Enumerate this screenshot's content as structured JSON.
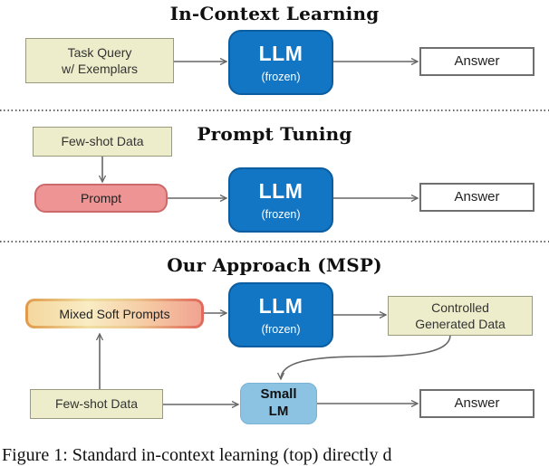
{
  "figure": {
    "caption_partial": "Figure 1: Standard in-context learning (top) directly d",
    "colors": {
      "llm_blue": "#1276c4",
      "llm_border": "#0a5da0",
      "beige_box": "#ededcb",
      "beige_border": "#9a9a7c",
      "prompt_pink": "#ef9494",
      "prompt_border": "#cb6a6a",
      "small_lm_blue": "#8cc3e2",
      "msp_gradient": [
        "#e0994a",
        "#f0dfa2",
        "#e1675a"
      ],
      "arrow_gray": "#666666"
    }
  },
  "sections": [
    {
      "title": "In-Context Learning",
      "task_query_line1": "Task Query",
      "task_query_line2": "w/ Exemplars",
      "llm_name": "LLM",
      "llm_state": "(frozen)",
      "answer": "Answer"
    },
    {
      "title": "Prompt Tuning",
      "few_shot": "Few-shot Data",
      "prompt": "Prompt",
      "llm_name": "LLM",
      "llm_state": "(frozen)",
      "answer": "Answer"
    },
    {
      "title": "Our Approach (MSP)",
      "mixed_soft_prompts": "Mixed Soft Prompts",
      "llm_name": "LLM",
      "llm_state": "(frozen)",
      "controlled_line1": "Controlled",
      "controlled_line2": "Generated Data",
      "few_shot": "Few-shot Data",
      "small_lm_line1": "Small",
      "small_lm_line2": "LM",
      "answer": "Answer"
    }
  ]
}
